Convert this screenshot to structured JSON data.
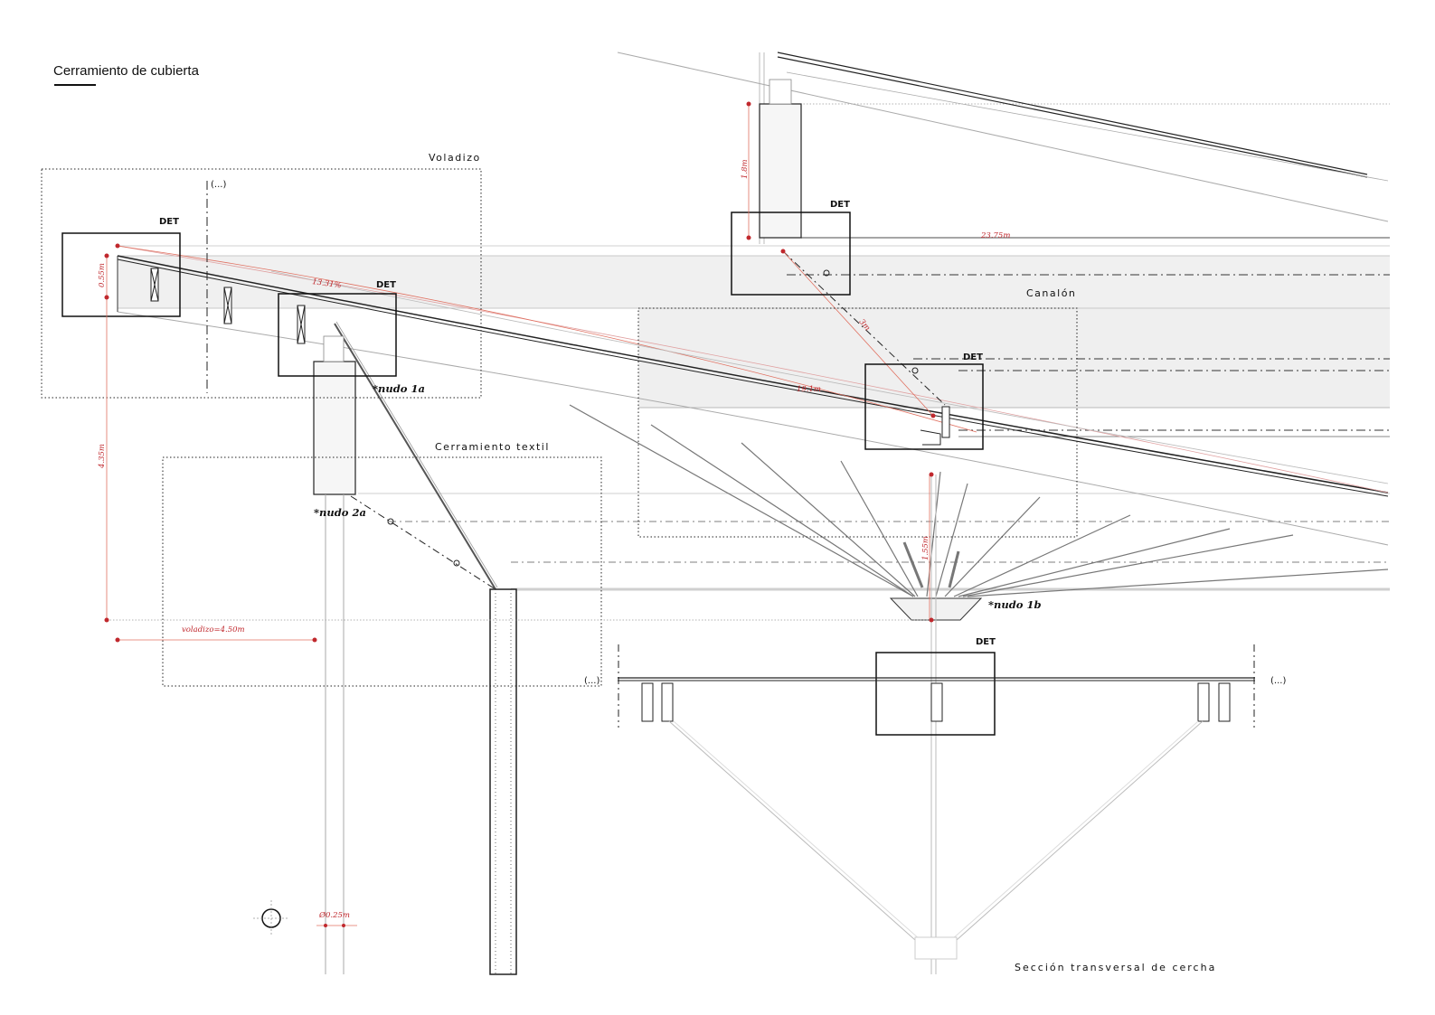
{
  "drawing": {
    "title": "Cerramiento de cubierta",
    "zones": {
      "voladizo": "Voladizo",
      "canalon": "Canalón",
      "cerramiento_textil": "Cerramiento textil",
      "seccion": "Sección transversal de cercha"
    },
    "det_label": "DET",
    "ellipsis": "(...)",
    "nodes": {
      "n1a": "*nudo 1a",
      "n2a": "*nudo 2a",
      "n1b": "*nudo 1b"
    },
    "dimensions": {
      "d055": "0.55m",
      "slope": "13.31%",
      "d435": "4.35m",
      "voladizo": "voladizo=4.50m",
      "radius": "19.1m",
      "d18": "1.8m",
      "d2375": "23.75m",
      "d3": "3m",
      "d155": "1.55m",
      "diam": "Ø0.25m"
    },
    "colors": {
      "line": "#111111",
      "dimension": "#c0282d",
      "panel_fill": "#efefef",
      "light_line": "#b5b5b5"
    }
  }
}
